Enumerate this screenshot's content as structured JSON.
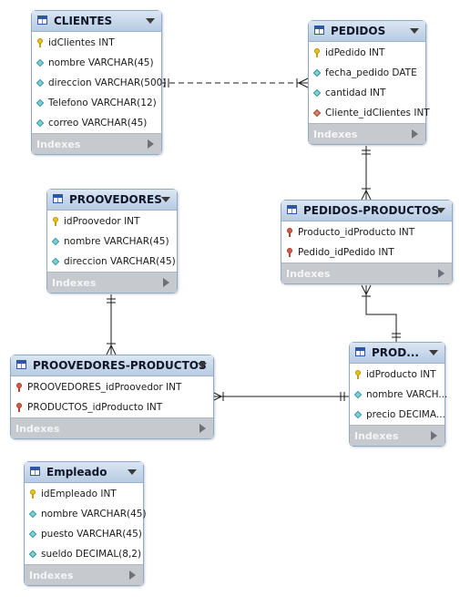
{
  "diagram": {
    "tables": [
      {
        "id": "clientes",
        "title": "CLIENTES",
        "columns": [
          {
            "icon": "primary-key-icon",
            "text": "idClientes INT"
          },
          {
            "icon": "column-icon",
            "text": "nombre VARCHAR(45)"
          },
          {
            "icon": "column-icon",
            "text": "direccion VARCHAR(500)"
          },
          {
            "icon": "column-icon",
            "text": "Telefono VARCHAR(12)"
          },
          {
            "icon": "column-icon",
            "text": "correo VARCHAR(45)"
          }
        ],
        "footer": "Indexes"
      },
      {
        "id": "pedidos",
        "title": "PEDIDOS",
        "columns": [
          {
            "icon": "primary-key-icon",
            "text": "idPedido INT"
          },
          {
            "icon": "column-icon",
            "text": "fecha_pedido DATE"
          },
          {
            "icon": "column-icon",
            "text": "cantidad INT"
          },
          {
            "icon": "foreign-key-column-icon",
            "text": "Cliente_idClientes INT"
          }
        ],
        "footer": "Indexes"
      },
      {
        "id": "proovedores",
        "title": "PROOVEDORES",
        "columns": [
          {
            "icon": "primary-key-icon",
            "text": "idProovedor INT"
          },
          {
            "icon": "column-icon",
            "text": "nombre VARCHAR(45)"
          },
          {
            "icon": "column-icon",
            "text": "direccion VARCHAR(45)"
          }
        ],
        "footer": "Indexes"
      },
      {
        "id": "pedidos-productos",
        "title": "PEDIDOS-PRODUCTOS",
        "columns": [
          {
            "icon": "foreign-key-icon",
            "text": "Producto_idProducto INT"
          },
          {
            "icon": "foreign-key-icon",
            "text": "Pedido_idPedido INT"
          }
        ],
        "footer": "Indexes"
      },
      {
        "id": "proovedores-productos",
        "title": "PROOVEDORES-PRODUCTOS",
        "columns": [
          {
            "icon": "foreign-key-icon",
            "text": "PROOVEDORES_idProovedor INT"
          },
          {
            "icon": "foreign-key-icon",
            "text": "PRODUCTOS_idProducto INT"
          }
        ],
        "footer": "Indexes"
      },
      {
        "id": "productos",
        "title": "PROD...",
        "columns": [
          {
            "icon": "primary-key-icon",
            "text": "idProducto INT"
          },
          {
            "icon": "column-icon",
            "text": "nombre VARCH..."
          },
          {
            "icon": "column-icon",
            "text": "precio DECIMA..."
          }
        ],
        "footer": "Indexes"
      },
      {
        "id": "empleado",
        "title": "Empleado",
        "columns": [
          {
            "icon": "primary-key-icon",
            "text": "idEmpleado INT"
          },
          {
            "icon": "column-icon",
            "text": "nombre VARCHAR(45)"
          },
          {
            "icon": "column-icon",
            "text": "puesto VARCHAR(45)"
          },
          {
            "icon": "column-icon",
            "text": "sueldo DECIMAL(8,2)"
          }
        ],
        "footer": "Indexes"
      }
    ],
    "relationships": [
      {
        "from": "clientes",
        "to": "pedidos",
        "style": "dashed",
        "from_end": "one",
        "to_end": "many"
      },
      {
        "from": "pedidos",
        "to": "pedidos-productos",
        "style": "solid",
        "from_end": "one",
        "to_end": "many"
      },
      {
        "from": "productos",
        "to": "pedidos-productos",
        "style": "solid",
        "from_end": "one",
        "to_end": "many"
      },
      {
        "from": "proovedores",
        "to": "proovedores-productos",
        "style": "solid",
        "from_end": "one",
        "to_end": "many"
      },
      {
        "from": "productos",
        "to": "proovedores-productos",
        "style": "solid",
        "from_end": "one",
        "to_end": "many"
      }
    ],
    "colors": {
      "header_gradient_top": "#dbe6f3",
      "header_gradient_bottom": "#b7cbe2",
      "border": "#8fa9c7",
      "footer": "#c6c9ce",
      "line": "#1a1a1a"
    }
  }
}
